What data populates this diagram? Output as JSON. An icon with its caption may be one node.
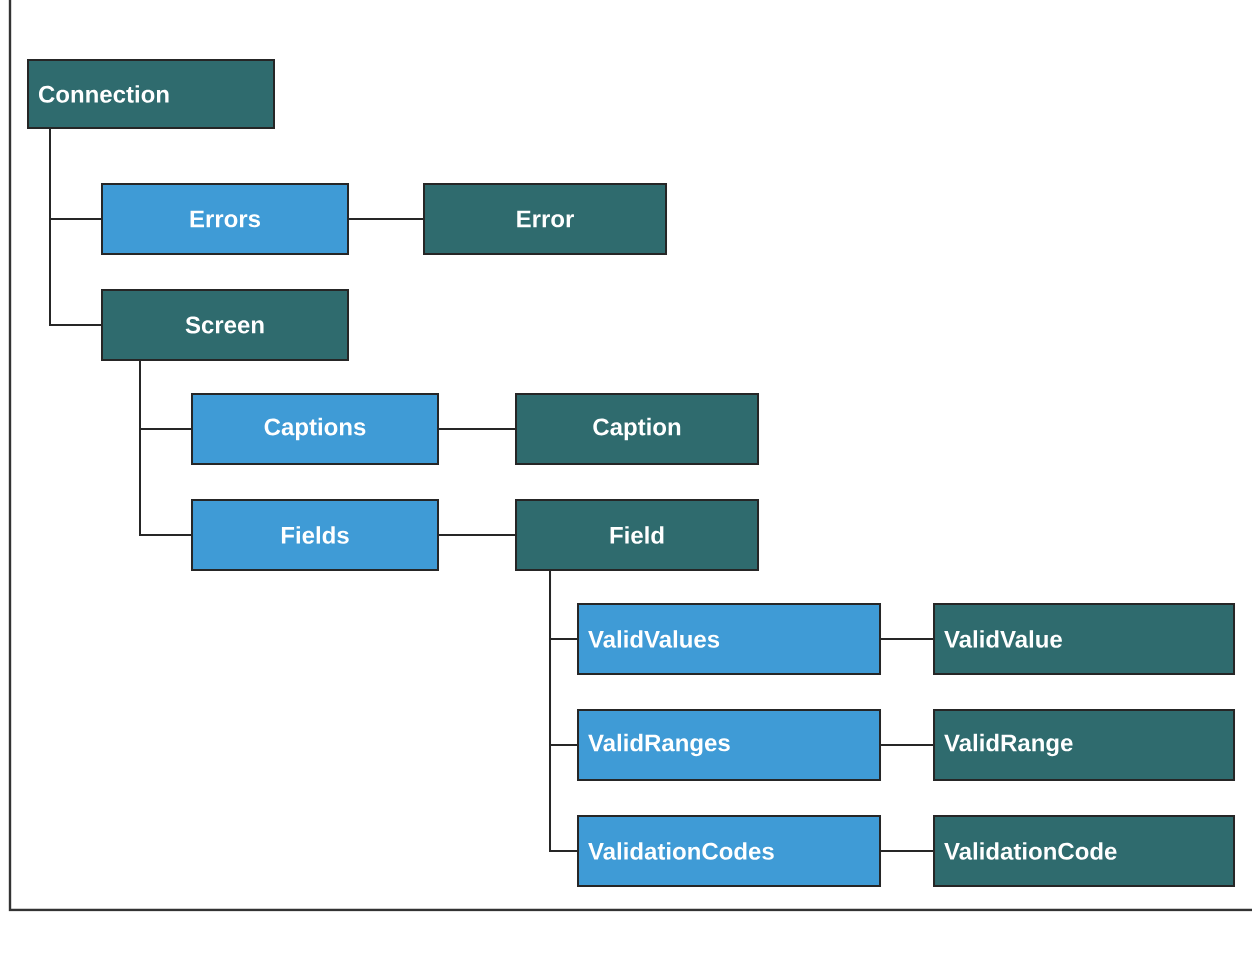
{
  "diagram": {
    "nodes": [
      {
        "text": [
          "Connection"
        ]
      },
      {
        "text": [
          "Errors"
        ]
      },
      {
        "text": [
          "Error"
        ]
      },
      {
        "text": [
          "Screen"
        ]
      },
      {
        "text": [
          "Captions"
        ]
      },
      {
        "text": [
          "Caption"
        ]
      },
      {
        "text": [
          "Fields"
        ]
      },
      {
        "text": [
          "Field"
        ]
      },
      {
        "text": [
          "ValidValues"
        ]
      },
      {
        "text": [
          "ValidValue"
        ]
      },
      {
        "text": [
          "ValidRanges"
        ]
      },
      {
        "text": [
          "ValidRange"
        ]
      },
      {
        "text": [
          "ValidationCodes"
        ]
      },
      {
        "text": [
          "ValidationCode"
        ]
      }
    ],
    "edges": [
      {
        "from": 0,
        "to": 1,
        "arrow": "none"
      },
      {
        "from": 0,
        "to": 3,
        "arrow": "none"
      },
      {
        "from": 1,
        "to": 2,
        "arrow": "none"
      },
      {
        "from": 3,
        "to": 4,
        "arrow": "none"
      },
      {
        "from": 3,
        "to": 6,
        "arrow": "none"
      },
      {
        "from": 4,
        "to": 5,
        "arrow": "none"
      },
      {
        "from": 6,
        "to": 7,
        "arrow": "none"
      },
      {
        "from": 7,
        "to": 8,
        "arrow": "none"
      },
      {
        "from": 7,
        "to": 10,
        "arrow": "none"
      },
      {
        "from": 7,
        "to": 12,
        "arrow": "none"
      },
      {
        "from": 8,
        "to": 9,
        "arrow": "none"
      },
      {
        "from": 10,
        "to": 11,
        "arrow": "none"
      },
      {
        "from": 12,
        "to": 13,
        "arrow": "none"
      }
    ]
  }
}
